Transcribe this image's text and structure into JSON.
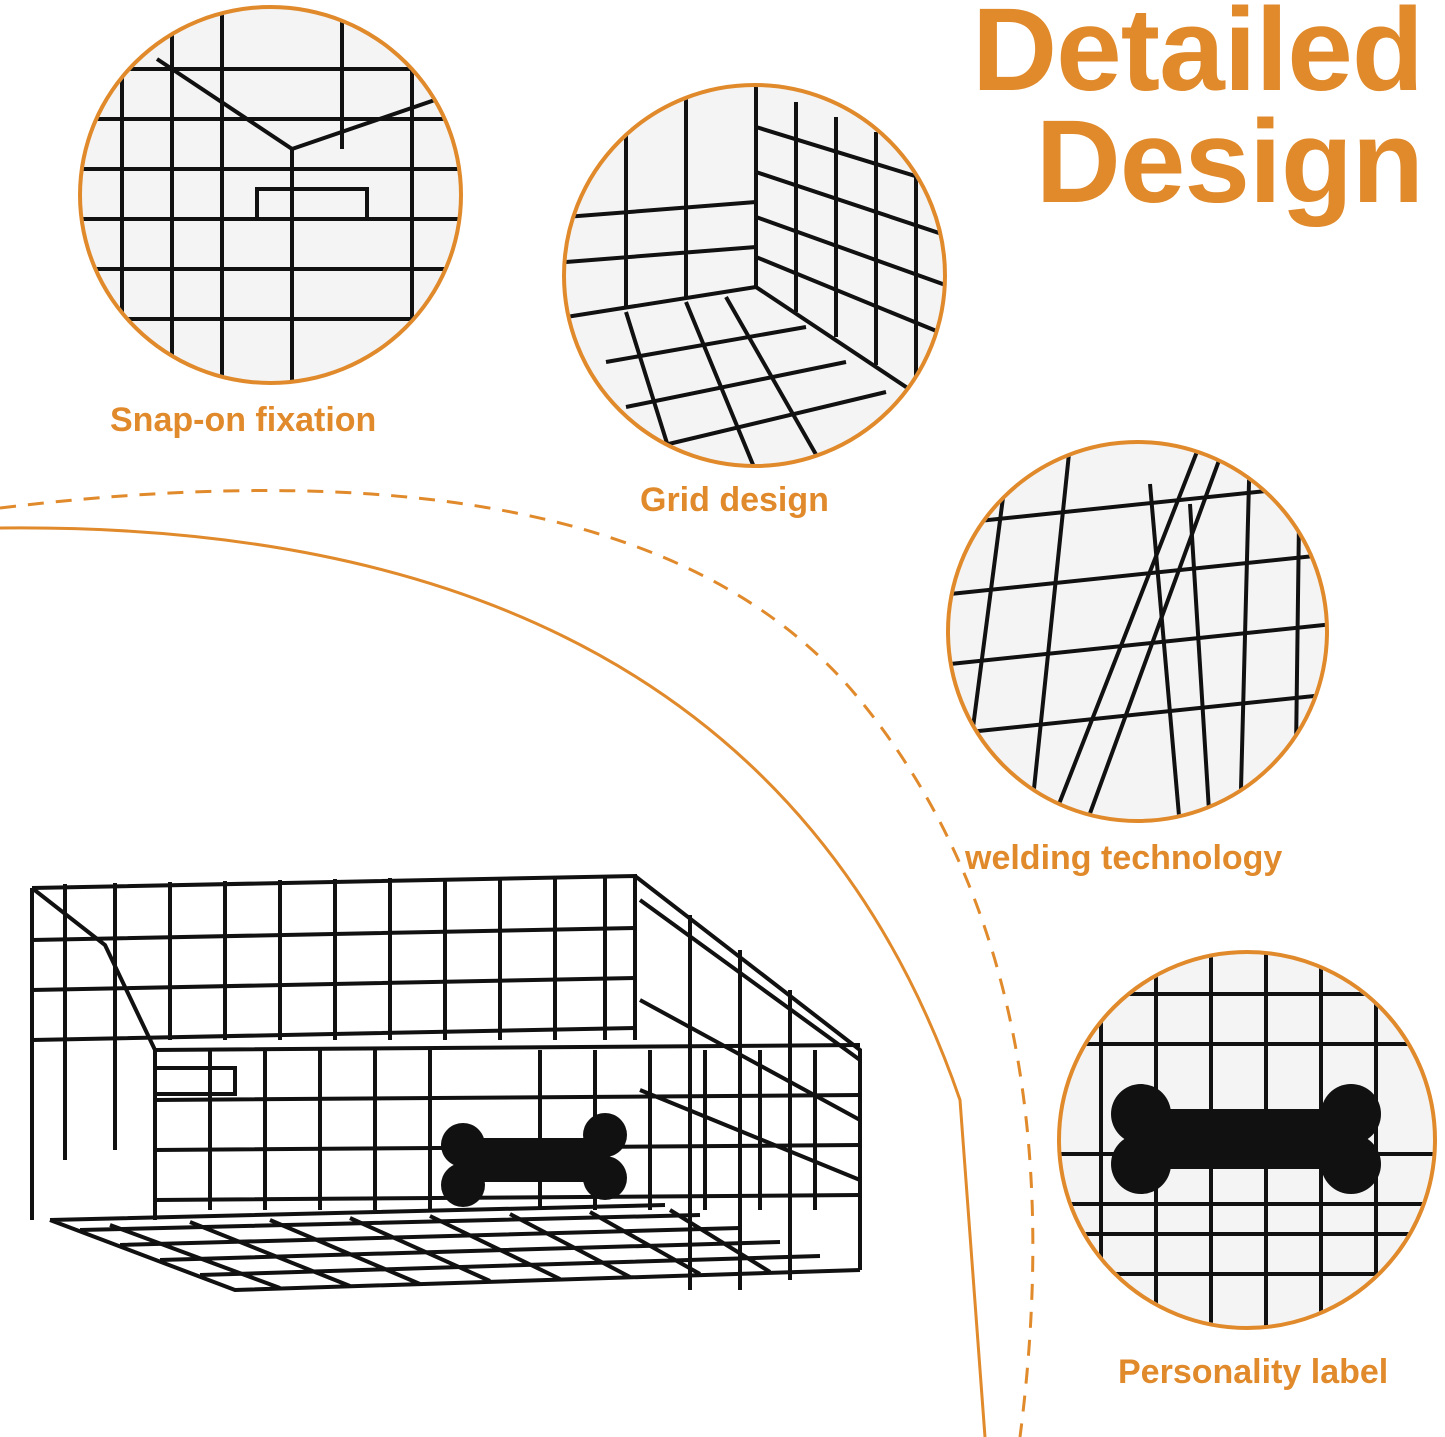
{
  "title": {
    "line1": "Detailed",
    "line2": "Design"
  },
  "features": [
    {
      "label": "Snap-on fixation"
    },
    {
      "label": "Grid design"
    },
    {
      "label": "welding technology"
    },
    {
      "label": "Personality label"
    }
  ],
  "colors": {
    "accent": "#e08a2c",
    "wire": "#111111",
    "background": "#ffffff"
  },
  "icons": {
    "label_shape": "bone-icon"
  }
}
